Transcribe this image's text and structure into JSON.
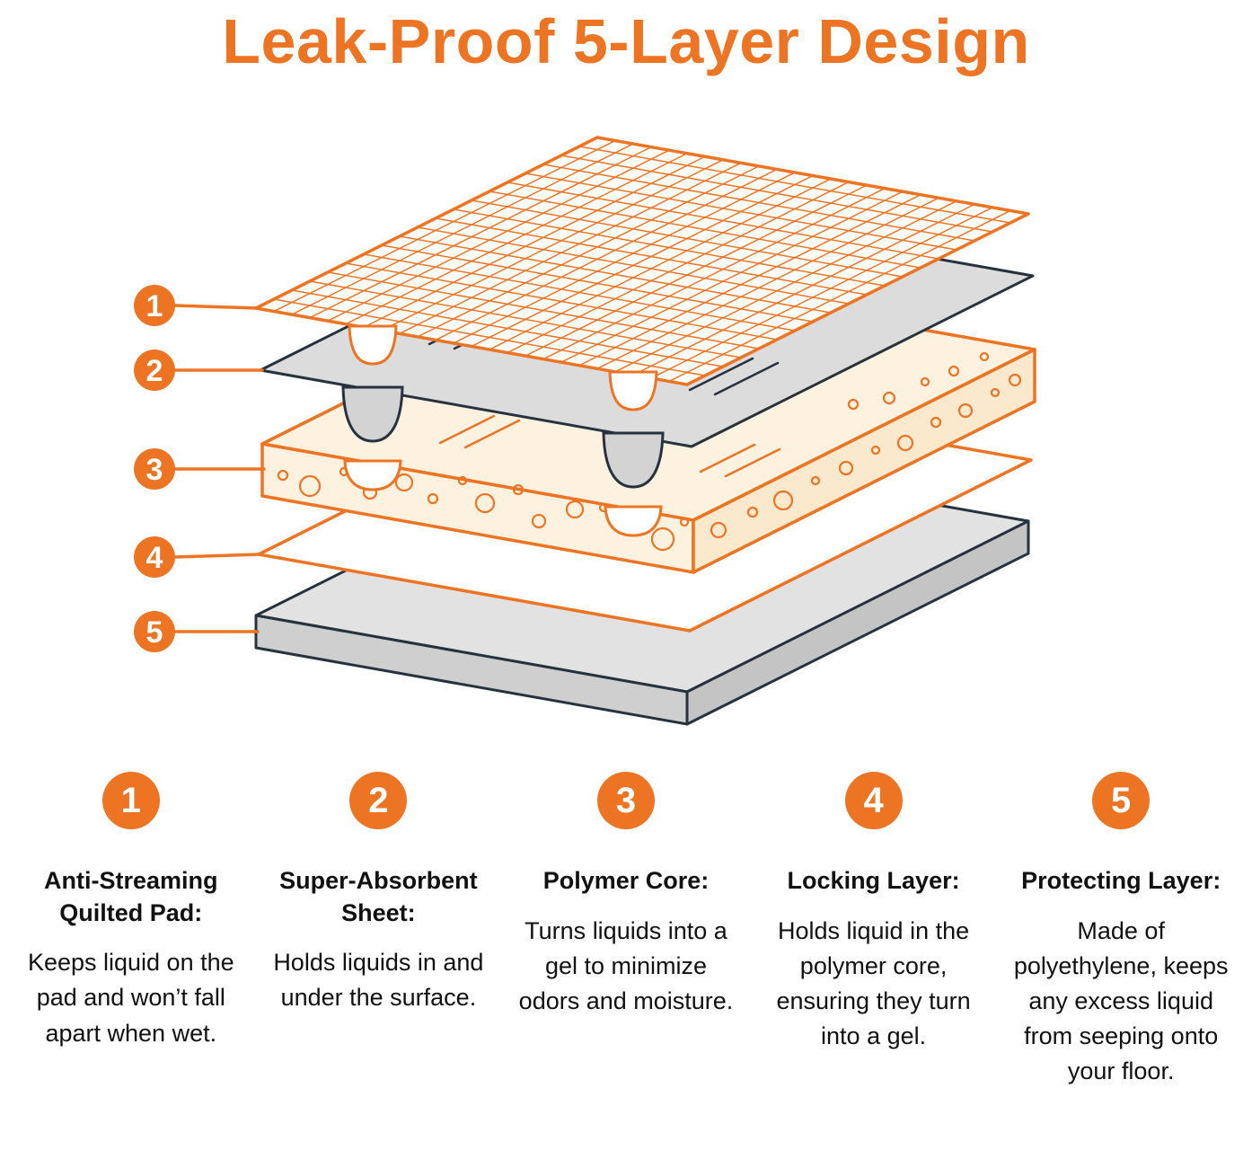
{
  "page": {
    "title": "Leak-Proof 5-Layer Design"
  },
  "colors": {
    "accent_orange": "#EC7423",
    "outline_navy": "#27323F",
    "sheet_gray": "#DCDCDC",
    "base_gray": "#E0E0E0",
    "core_cream": "#FDF2E0",
    "text_dark": "#111111",
    "background": "#FFFFFF"
  },
  "diagram": {
    "callout_numbers": [
      "1",
      "2",
      "3",
      "4",
      "5"
    ]
  },
  "legend": {
    "items": [
      {
        "number": "1",
        "title": "Anti-Streaming Quilted Pad:",
        "description": "Keeps liquid on the pad and won’t fall apart when wet."
      },
      {
        "number": "2",
        "title": "Super-Absorbent Sheet:",
        "description": "Holds liquids in and under the surface."
      },
      {
        "number": "3",
        "title": "Polymer Core:",
        "description": "Turns liquids into a gel to minimize odors and moisture."
      },
      {
        "number": "4",
        "title": "Locking Layer:",
        "description": "Holds liquid in the polymer core, ensuring they turn into a gel."
      },
      {
        "number": "5",
        "title": "Protecting Layer:",
        "description": "Made of polyethylene, keeps any excess liquid from seeping onto your floor."
      }
    ]
  }
}
